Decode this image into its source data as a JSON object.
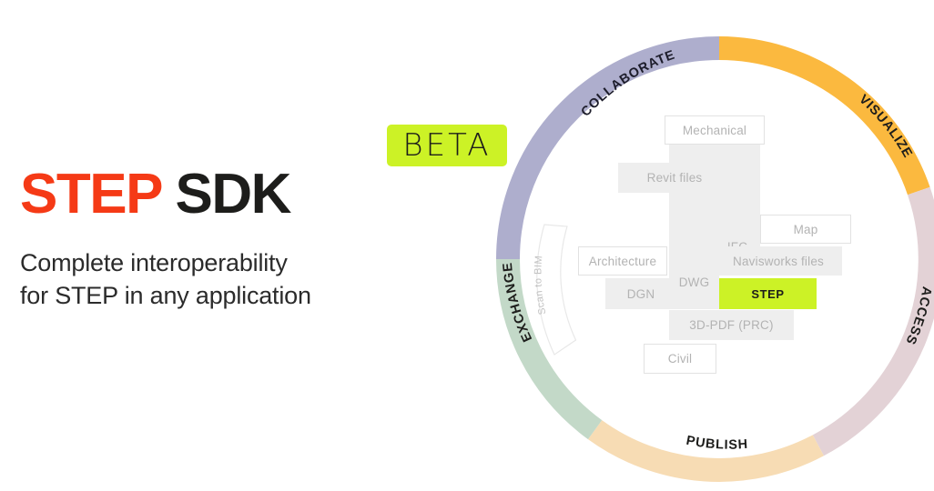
{
  "brand": {
    "title_primary": "STEP",
    "title_secondary": "SDK",
    "badge": "BETA",
    "tagline_line1": "Complete interoperability",
    "tagline_line2": "for STEP in any application",
    "colors": {
      "primary_red": "#f53a16",
      "dark": "#1d1d1b",
      "highlight_green": "#ccf226"
    }
  },
  "wheel": {
    "segments": [
      {
        "label": "COLLABORATE",
        "color": "#aeaecd"
      },
      {
        "label": "VISUALIZE",
        "color": "#fbb93f"
      },
      {
        "label": "ACCESS",
        "color": "#e3d2d6"
      },
      {
        "label": "PUBLISH",
        "color": "#f7dcb4"
      },
      {
        "label": "EXCHANGE",
        "color": "#c3d9c8"
      }
    ],
    "curved_tile": {
      "label": "Scan to BIM"
    },
    "tiles": [
      {
        "label": "Mechanical",
        "style": "outlined"
      },
      {
        "label": "Revit files",
        "style": "filled"
      },
      {
        "label": "IFC",
        "style": "filled"
      },
      {
        "label": "Map",
        "style": "outlined"
      },
      {
        "label": "Architecture",
        "style": "outlined"
      },
      {
        "label": "Navisworks files",
        "style": "filled"
      },
      {
        "label": "DGN",
        "style": "filled"
      },
      {
        "label": "DWG",
        "style": "filled"
      },
      {
        "label": "STEP",
        "style": "highlight"
      },
      {
        "label": "3D-PDF (PRC)",
        "style": "filled"
      },
      {
        "label": "Civil",
        "style": "outlined"
      }
    ]
  }
}
